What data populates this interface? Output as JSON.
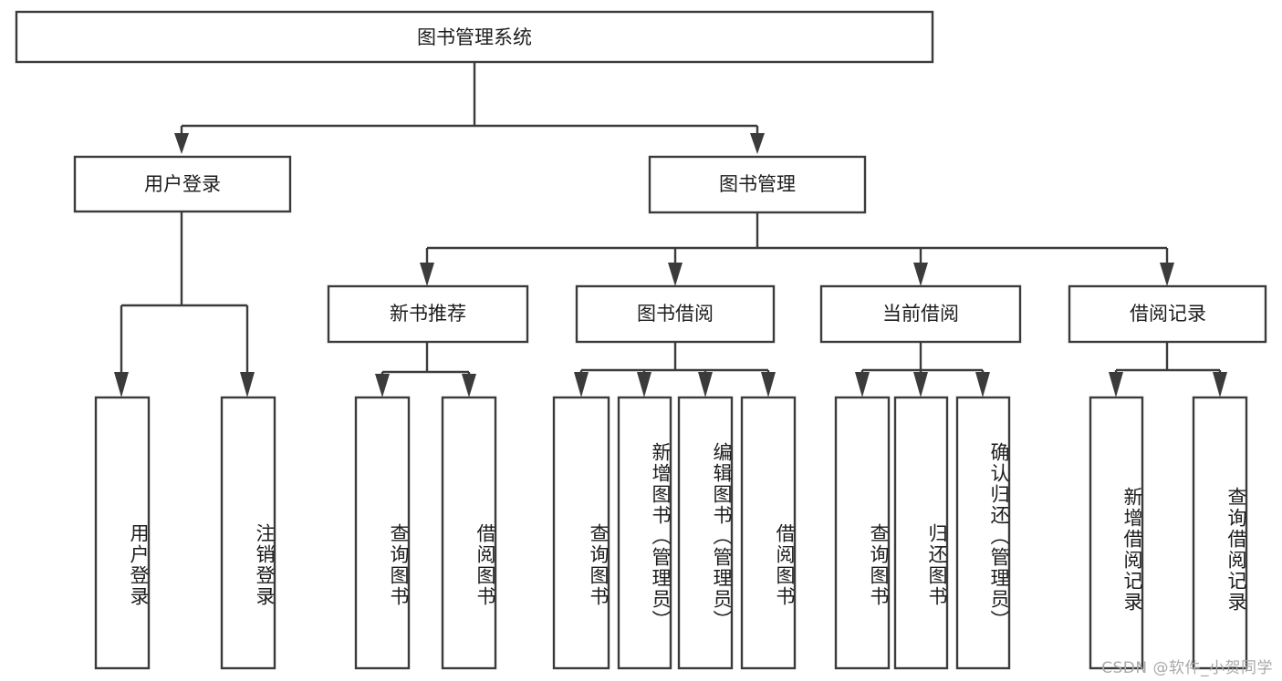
{
  "diagram": {
    "type": "tree-hierarchy",
    "orientation": "top-down",
    "root": {
      "label": "图书管理系统"
    },
    "level2": [
      {
        "id": "user-login",
        "label": "用户登录"
      },
      {
        "id": "book-management",
        "label": "图书管理"
      }
    ],
    "level3": [
      {
        "id": "new-book-recommend",
        "label": "新书推荐",
        "parent": "book-management"
      },
      {
        "id": "book-borrow",
        "label": "图书借阅",
        "parent": "book-management"
      },
      {
        "id": "current-borrow",
        "label": "当前借阅",
        "parent": "book-management"
      },
      {
        "id": "borrow-record",
        "label": "借阅记录",
        "parent": "book-management"
      }
    ],
    "leaves": [
      {
        "id": "leaf-user-login",
        "label": "用户登录",
        "parent": "user-login"
      },
      {
        "id": "leaf-logout-login",
        "label": "注销登录",
        "parent": "user-login"
      },
      {
        "id": "leaf-query-book-1",
        "label": "查询图书",
        "parent": "new-book-recommend"
      },
      {
        "id": "leaf-borrow-book-1",
        "label": "借阅图书",
        "parent": "new-book-recommend"
      },
      {
        "id": "leaf-query-book-2",
        "label": "查询图书",
        "parent": "book-borrow"
      },
      {
        "id": "leaf-add-book",
        "label": "新增图书（管理员）",
        "parent": "book-borrow"
      },
      {
        "id": "leaf-edit-book",
        "label": "编辑图书（管理员）",
        "parent": "book-borrow"
      },
      {
        "id": "leaf-borrow-book-2",
        "label": "借阅图书",
        "parent": "book-borrow"
      },
      {
        "id": "leaf-query-book-3",
        "label": "查询图书",
        "parent": "current-borrow"
      },
      {
        "id": "leaf-return-book",
        "label": "归还图书",
        "parent": "current-borrow"
      },
      {
        "id": "leaf-confirm-return",
        "label": "确认归还（管理员）",
        "parent": "current-borrow"
      },
      {
        "id": "leaf-add-record",
        "label": "新增借阅记录",
        "parent": "borrow-record"
      },
      {
        "id": "leaf-query-record",
        "label": "查询借阅记录",
        "parent": "borrow-record"
      }
    ],
    "colors": {
      "stroke": "#3b3b3b",
      "fill": "#ffffff",
      "text": "#1c1c1c",
      "watermark": "#a9a9a9"
    }
  },
  "watermark": {
    "text": "CSDN @软件_小贺同学"
  }
}
